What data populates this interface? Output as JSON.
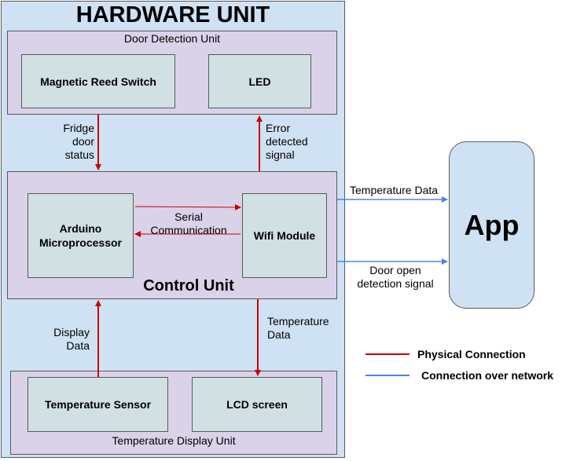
{
  "hardware_unit": {
    "title": "HARDWARE UNIT",
    "door_detection_unit": {
      "label": "Door Detection Unit",
      "reed_switch": "Magnetic Reed Switch",
      "led": "LED"
    },
    "control_unit": {
      "label": "Control Unit",
      "arduino_line1": "Arduino",
      "arduino_line2": "Microprocessor",
      "wifi_module": "Wifi Module",
      "serial_line1": "Serial",
      "serial_line2": "Communication"
    },
    "temperature_display_unit": {
      "label": "Temperature Display Unit",
      "temperature_sensor": "Temperature Sensor",
      "lcd_screen": "LCD screen"
    }
  },
  "app": {
    "label": "App"
  },
  "connections": {
    "fridge_door_status": [
      "Fridge",
      "door",
      "status"
    ],
    "error_detected_signal": [
      "Error",
      "detected",
      "signal"
    ],
    "display_data": [
      "Display",
      "Data"
    ],
    "temperature_data_down": [
      "Temperature",
      "Data"
    ],
    "temperature_data_app": "Temperature Data",
    "door_open_signal": [
      "Door open",
      "detection signal"
    ]
  },
  "legend": {
    "physical": {
      "label": "Physical Connection",
      "color": "#cc0000"
    },
    "network": {
      "label": "Connection over network",
      "color": "#4a86e8"
    }
  }
}
